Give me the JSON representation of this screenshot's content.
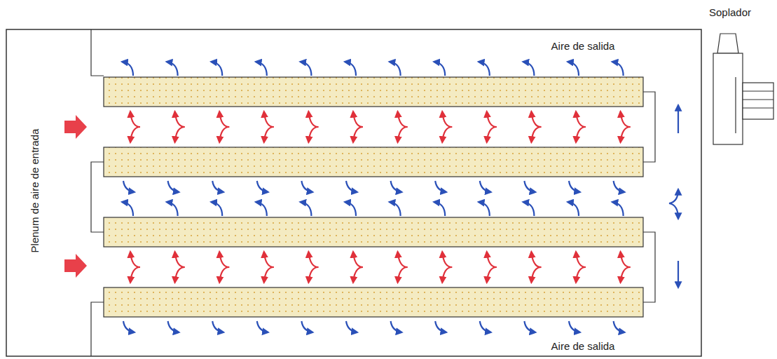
{
  "diagram": {
    "labels": [
      "Soplador",
      "Aire de salida",
      "Plenum de aire de entrada",
      "Aire de salida"
    ]
  }
}
